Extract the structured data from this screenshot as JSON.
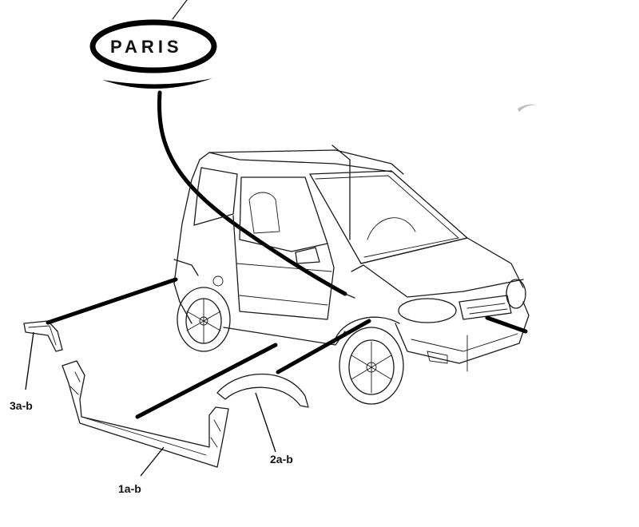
{
  "badge": {
    "text": "PARIS"
  },
  "parts": [
    {
      "id": "1",
      "label": "1a-b"
    },
    {
      "id": "2",
      "label": "2a-b"
    },
    {
      "id": "3",
      "label": "3a-b"
    }
  ],
  "colors": {
    "line": "#1a1a1a",
    "leader": "#000000",
    "background": "#ffffff"
  }
}
